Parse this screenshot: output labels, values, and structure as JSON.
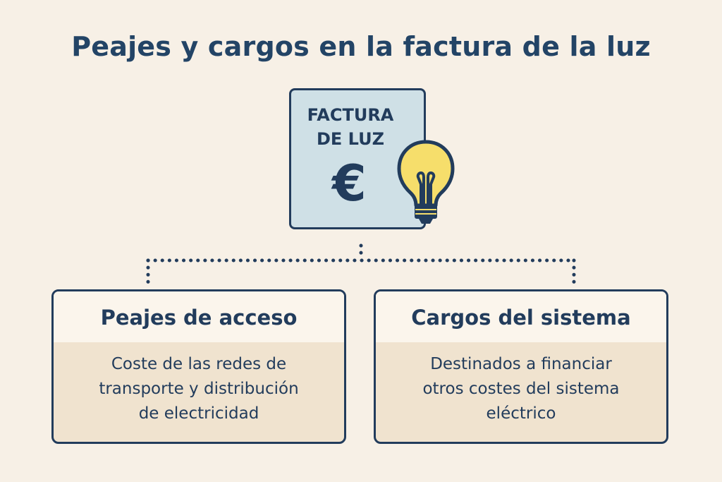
{
  "title": "Peajes y cargos en la factura de la luz",
  "invoice": {
    "line1": "FACTURA",
    "line2": "DE LUZ",
    "symbol": "€"
  },
  "cards": [
    {
      "heading": "Peajes de acceso",
      "lines": [
        "Coste de las redes de",
        "transporte y distribución",
        "de electricidad"
      ]
    },
    {
      "heading": "Cargos del sistema",
      "lines": [
        "Destinados a financiar",
        "otros costes del sistema",
        "eléctrico"
      ]
    }
  ],
  "colors": {
    "background": "#f7f0e6",
    "ink": "#223c5c",
    "invoice_fill": "#cfe0e6",
    "bulb_fill": "#f6de6b",
    "card_header": "#fbf5ec",
    "card_body": "#f0e3cf"
  },
  "icons": [
    "euro-symbol",
    "lightbulb-icon"
  ]
}
